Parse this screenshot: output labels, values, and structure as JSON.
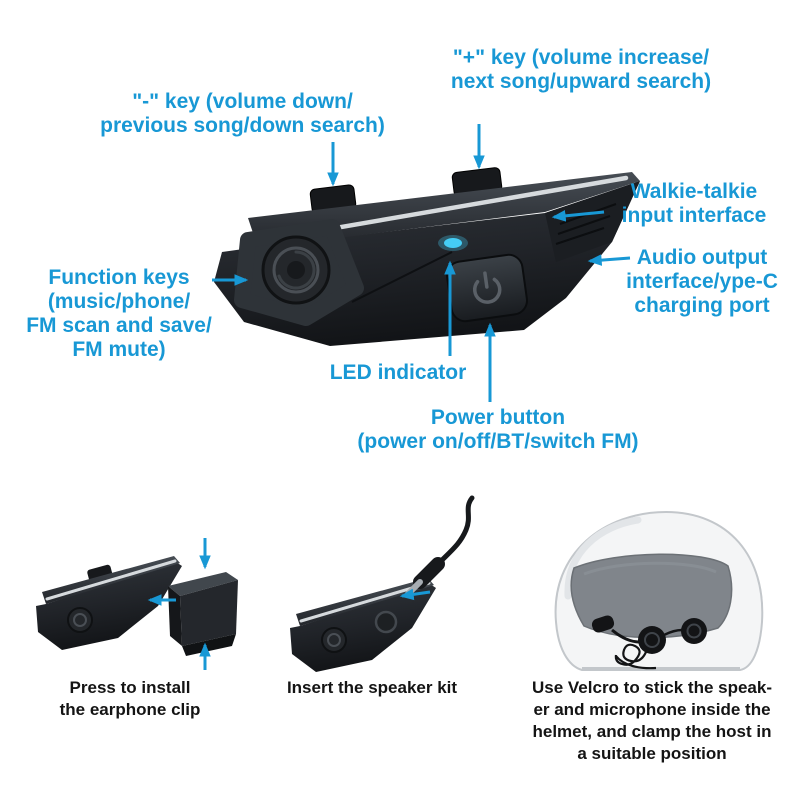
{
  "colors": {
    "accent": "#1898d5",
    "caption": "#141414",
    "led": "#45cdf5",
    "bg": "#ffffff"
  },
  "callouts": {
    "plus_key": {
      "line1": "\"+\" key (volume increase/",
      "line2": "next song/upward search)"
    },
    "minus_key": {
      "line1": "\"-\" key (volume down/",
      "line2": "previous song/down search)"
    },
    "walkie_talkie": {
      "line1": "Walkie-talkie",
      "line2": "input interface"
    },
    "audio_output": {
      "line1": "Audio output",
      "line2": "interface/ype-C",
      "line3": "charging port"
    },
    "function_keys": {
      "line1": "Function keys",
      "line2": "(music/phone/",
      "line3": "FM scan and save/",
      "line4": "FM mute)"
    },
    "led_indicator": {
      "line1": "LED indicator"
    },
    "power_button": {
      "line1": "Power button",
      "line2": "(power on/off/BT/switch FM)"
    }
  },
  "steps": [
    {
      "caption_line1": "Press to install",
      "caption_line2": "the earphone clip"
    },
    {
      "caption_line1": "Insert the speaker kit"
    },
    {
      "caption_line1": "Use Velcro to stick the speak-",
      "caption_line2": "er and microphone inside the",
      "caption_line3": "helmet, and clamp the host in",
      "caption_line4": "a suitable position"
    }
  ],
  "icons": {
    "power_button": "power-icon",
    "function_button": "concentric-rings-icon",
    "led": "led-dot"
  }
}
